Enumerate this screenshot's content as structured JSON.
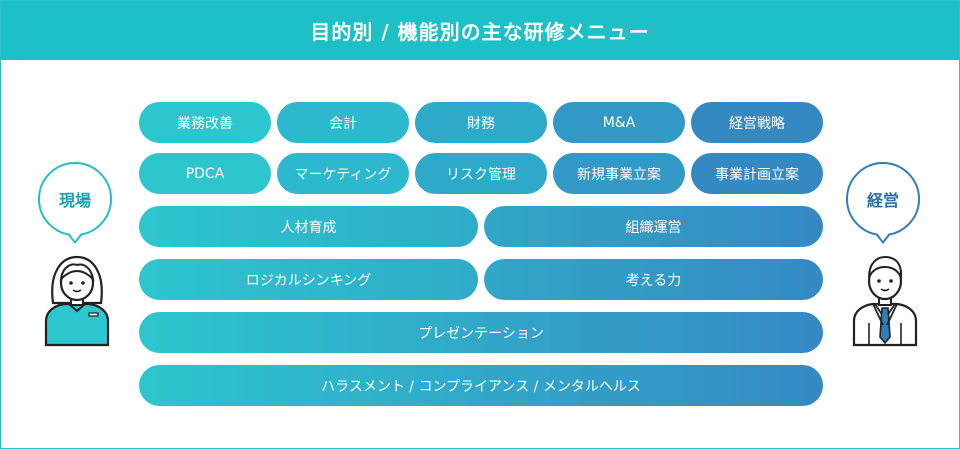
{
  "title": "目的別 / 機能別の主な研修メニュー",
  "left_role": "現場",
  "right_role": "経営",
  "rows": [
    [
      "業務改善",
      "会計",
      "財務",
      "M&A",
      "経営戦略"
    ],
    [
      "PDCA",
      "マーケティング",
      "リスク管理",
      "新規事業立案",
      "事業計画立案"
    ],
    [
      "人材育成",
      "組織運営"
    ],
    [
      "ロジカルシンキング",
      "考える力"
    ],
    [
      "プレゼンテーション"
    ],
    [
      "ハラスメント / コンプライアンス / メンタルヘルス"
    ]
  ],
  "colors": {
    "teal": "#2ec6cf",
    "blue": "#3489c4",
    "border": "#25c2c8"
  }
}
